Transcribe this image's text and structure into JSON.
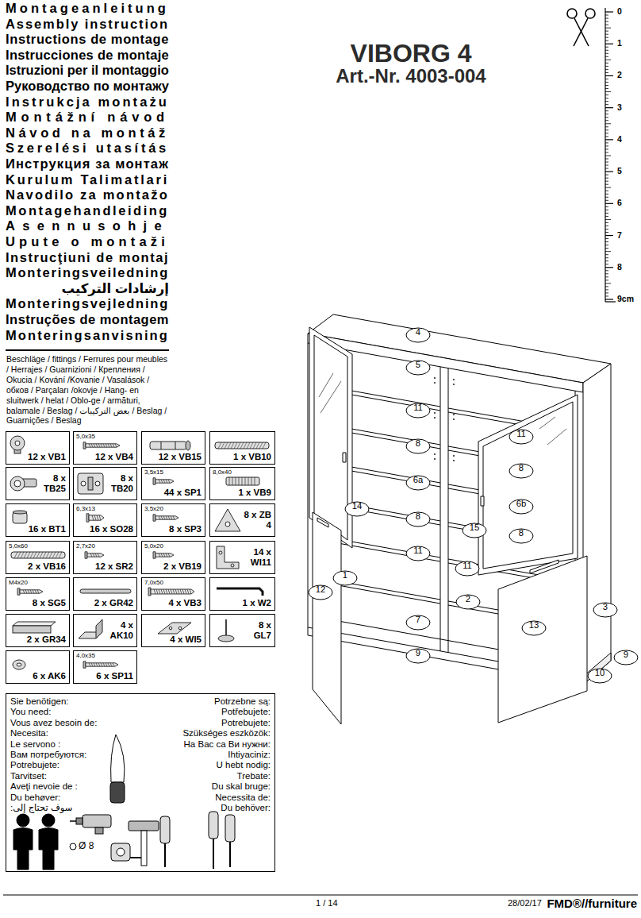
{
  "diagram": {
    "title": "VIBORG 4",
    "nodes": [
      {
        "text": [
          "12 x VB1"
        ]
      },
      {
        "text": [
          "5,0x35",
          "12 x VB4"
        ]
      },
      {
        "text": [
          "12 x VB15"
        ]
      },
      {
        "text": [
          "1 x VB10"
        ]
      },
      {
        "text": [
          "8 x TB25"
        ]
      },
      {
        "text": [
          "8 x TB20"
        ]
      },
      {
        "text": [
          "3,5x15",
          "44 x SP1"
        ]
      },
      {
        "text": [
          "8,0x40",
          "1 x VB9"
        ]
      },
      {
        "text": [
          "16 x BT1"
        ]
      },
      {
        "text": [
          "6,3x13",
          "16 x SO28"
        ]
      },
      {
        "text": [
          "3,5x20",
          "8 x SP3"
        ]
      },
      {
        "text": [
          "8 x ZB 4"
        ]
      },
      {
        "text": [
          "5,0x60",
          "2 x VB16"
        ]
      },
      {
        "text": [
          "2,7x20",
          "12 x SR2"
        ]
      },
      {
        "text": [
          "5,0x20",
          "2 x VB19"
        ]
      },
      {
        "text": [
          "14 x WI11"
        ]
      },
      {
        "text": [
          "M4x20",
          "8 x SG5"
        ]
      },
      {
        "text": [
          "2 x GR42"
        ]
      },
      {
        "text": [
          "7,0x50",
          "4 x VB3"
        ]
      },
      {
        "text": [
          "1 x W2"
        ]
      },
      {
        "text": [
          "2 x GR34"
        ]
      },
      {
        "text": [
          "4 x AK10"
        ]
      },
      {
        "text": [
          "4 x WI5"
        ]
      },
      {
        "text": [
          "8 x GL7"
        ]
      },
      {
        "text": [
          "6 x AK6"
        ]
      },
      {
        "text": [
          "4,0x35",
          "6 x SP11"
        ]
      },
      {
        "text": [
          "Sie benötigen:",
          "You need:",
          "Vous avez besoin de:",
          "Necesita:",
          "Le servono :",
          "Вам потребуются:",
          "Potrebujete:",
          "Tarvitset:",
          "Aveţi nevoie de :",
          "Du behøver:",
          "سوف تحتاج إلى:",
          "Potrzebne są:",
          "Potřebujete:",
          "Potrebujete:",
          "Szükséges eszközök:",
          "На Вас са Ви нужни:",
          "Ihtiyaciniz:",
          "U hebt nodig:",
          "Trebate:",
          "Du skal bruge:",
          "Necessita de:",
          "Du behöver:"
        ]
      },
      {
        "text": [
          "4"
        ]
      },
      {
        "text": [
          "5"
        ]
      },
      {
        "text": [
          "11"
        ]
      },
      {
        "text": [
          "11"
        ]
      },
      {
        "text": [
          "8"
        ]
      },
      {
        "text": [
          "8"
        ]
      },
      {
        "text": [
          "6a"
        ]
      },
      {
        "text": [
          "6b"
        ]
      },
      {
        "text": [
          "14"
        ]
      },
      {
        "text": [
          "8"
        ]
      },
      {
        "text": [
          "15"
        ]
      },
      {
        "text": [
          "8"
        ]
      },
      {
        "text": [
          "11"
        ]
      },
      {
        "text": [
          "11"
        ]
      },
      {
        "text": [
          "1"
        ]
      },
      {
        "text": [
          "12"
        ]
      },
      {
        "text": [
          "2"
        ]
      },
      {
        "text": [
          "3"
        ]
      },
      {
        "text": [
          "7"
        ]
      },
      {
        "text": [
          "13"
        ]
      },
      {
        "text": [
          "9"
        ]
      },
      {
        "text": [
          "9"
        ]
      },
      {
        "text": [
          "10"
        ]
      }
    ],
    "labels": [
      "Montageanleitung",
      "Assembly instruction",
      "Instructions de montage",
      "Instrucciones de montaje",
      "Istruzioni per il montaggio",
      "Руководство по монтажу",
      "Instrukcja montażu",
      "Montážní návod",
      "Návod na montáž",
      "Szerelési utasítás",
      "Инструкция за монтаж",
      "Kurulum Talimatlari",
      "Navodilo za montažo",
      "Montagehandleiding",
      "Asennusohje",
      "Upute o montaži",
      "Instrucţiuni de montaj",
      "Monteringsveiledning",
      "إرشادات التركيب",
      "Monteringsvejledning",
      "Instruções de montagem",
      "Monteringsanvisning",
      "Art.-Nr. 4003-004",
      "Beschläge / fittings / Ferrures pour meubles / Herrajes / Guarnizioni / Крепления / Okucia / Kování /Kovanie / Vasalások / обков / Parçaları /okovje / Hang- en sluitwerk / helat / Oblo-ge / armături, balamale / Beslag / بعض التركيبات / Beslag / Guarnições / Beslag",
      "0",
      "1",
      "2",
      "3",
      "4",
      "5",
      "6",
      "7",
      "8",
      "9cm",
      "Ø 8",
      "1 / 14",
      "28/02/17",
      "FMD®//furniture"
    ]
  }
}
